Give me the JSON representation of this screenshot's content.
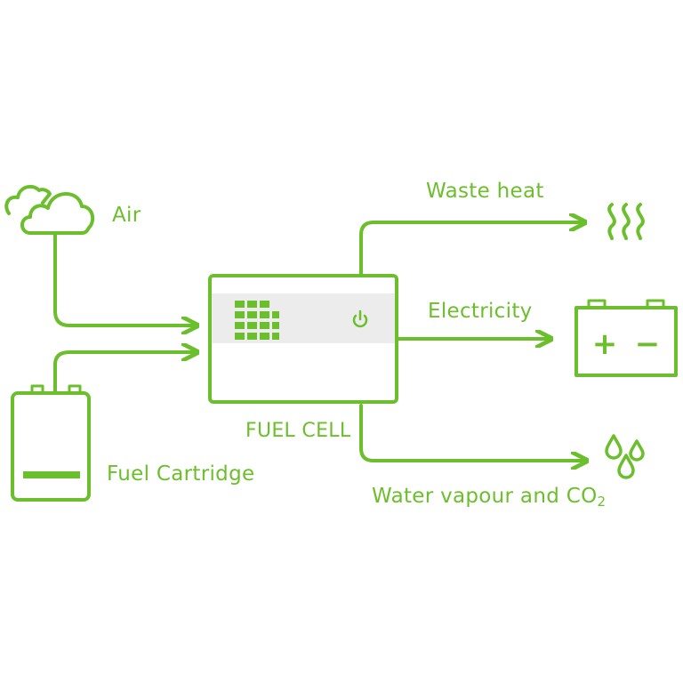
{
  "colors": {
    "accent": "#6cbf2c",
    "panel": "#ececec",
    "background": "#ffffff"
  },
  "labels": {
    "air": "Air",
    "fuel_cartridge": "Fuel Cartridge",
    "fuel_cell": "FUEL CELL",
    "waste_heat": "Waste heat",
    "electricity": "Electricity",
    "water_vapour_prefix": "Water vapour and CO",
    "water_vapour_subscript": "2"
  },
  "icons": {
    "air": "cloud-icon",
    "fuel_cartridge": "fuel-cartridge-icon",
    "fuel_cell": "fuel-cell-device",
    "waste_heat": "heat-waves-icon",
    "electricity": "battery-icon",
    "water": "water-drops-icon"
  },
  "battery": {
    "plus": "+",
    "minus": "−"
  }
}
